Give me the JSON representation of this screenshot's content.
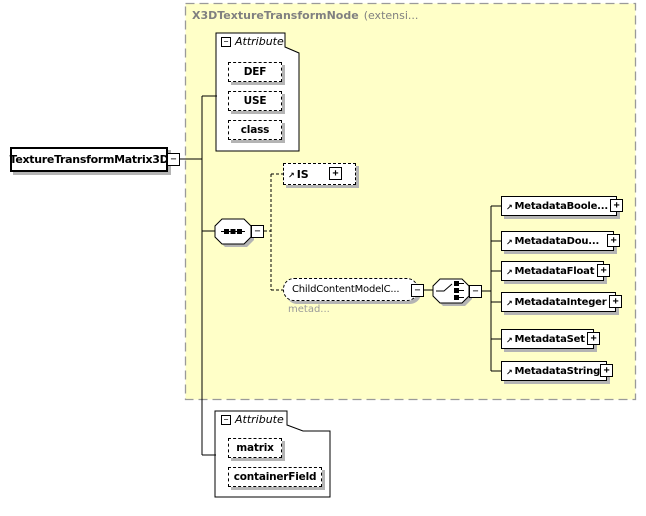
{
  "icons": {
    "minus": "−",
    "plus": "+",
    "ref_arrow": "↗"
  },
  "region": {
    "title_name": "X3DTextureTransformNode",
    "title_suffix": "(extensi..."
  },
  "root": {
    "label": "TextureTransformMatrix3D"
  },
  "attributes_top": {
    "label": "Attribute",
    "items": [
      {
        "label": "DEF"
      },
      {
        "label": "USE"
      },
      {
        "label": "class"
      }
    ]
  },
  "is_element": {
    "label": "IS"
  },
  "child_content": {
    "label": "ChildContentModelC...",
    "annotation": "metad..."
  },
  "metadata_elements": {
    "items": [
      {
        "label": "MetadataBoole..."
      },
      {
        "label": "MetadataDou..."
      },
      {
        "label": "MetadataFloat"
      },
      {
        "label": "MetadataInteger"
      },
      {
        "label": "MetadataSet"
      },
      {
        "label": "MetadataString"
      }
    ]
  },
  "attributes_bottom": {
    "label": "Attribute",
    "items": [
      {
        "label": "matrix"
      },
      {
        "label": "containerField"
      }
    ]
  }
}
